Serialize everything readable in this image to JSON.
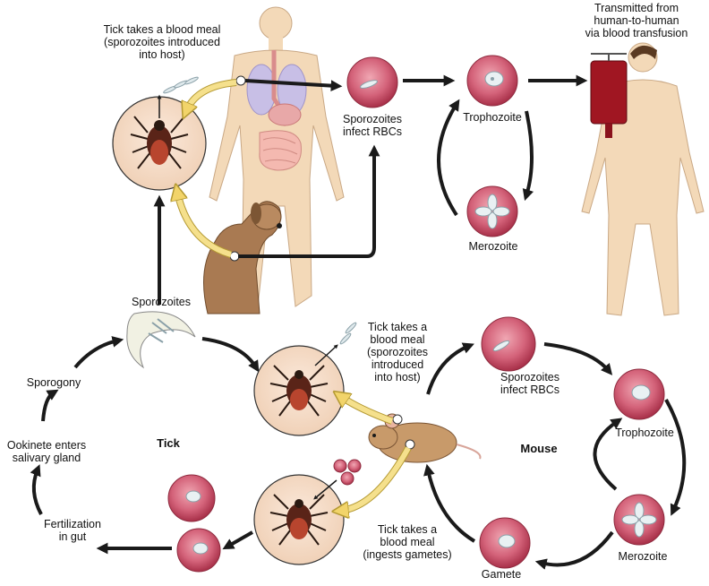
{
  "labels": {
    "tick_meal_top": [
      "Tick takes a blood meal",
      "(sporozoites introduced",
      "into host)"
    ],
    "transmitted": [
      "Transmitted from",
      "human-to-human",
      "via blood transfusion"
    ],
    "sporozoites_infect_top": [
      "Sporozoites",
      "infect RBCs"
    ],
    "trophozoite_top": "Trophozoite",
    "merozoite_top": "Merozoite",
    "sporozoites": "Sporozoites",
    "sporogony": "Sporogony",
    "ookinete": [
      "Ookinete enters",
      "salivary gland"
    ],
    "fertilization": [
      "Fertilization",
      "in gut"
    ],
    "tick": "Tick",
    "mouse": "Mouse",
    "tick_meal_mid": [
      "Tick takes a",
      "blood meal",
      "(sporozoites",
      "introduced",
      "into host)"
    ],
    "sporozoites_infect_bottom": [
      "Sporozoites",
      "infect RBCs"
    ],
    "trophozoite_bottom": "Trophozoite",
    "merozoite_bottom": "Merozoite",
    "gamete": "Gamete",
    "tick_meal_gametes": [
      "Tick takes a",
      "blood meal",
      "(ingests gametes)"
    ]
  },
  "colors": {
    "rbc": "#c94b5e",
    "rbc_light": "#f2b3bd",
    "skin": "#f3d9b8",
    "tick_circle": "#f5ddc8",
    "arrow": "#1a1a1a",
    "yellow_arrow": "#f5e08c",
    "blood_bag": "#a01622"
  },
  "icons": [
    "human-figure",
    "dog-icon",
    "mouse-icon",
    "tick-icon",
    "blood-bag-icon",
    "sporozoite-icon",
    "red-blood-cell-icon"
  ]
}
